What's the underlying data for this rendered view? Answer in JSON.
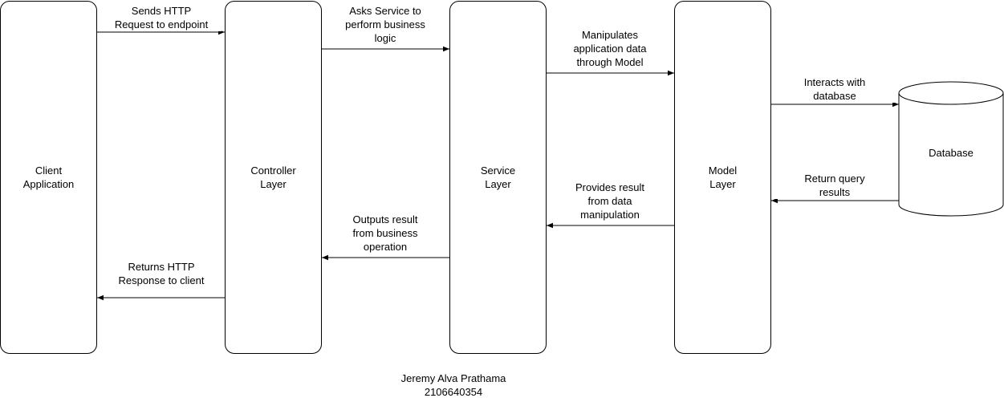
{
  "nodes": {
    "client": "Client\nApplication",
    "controller": "Controller\nLayer",
    "service": "Service\nLayer",
    "model": "Model\nLayer",
    "database": "Database"
  },
  "edges": {
    "client_to_controller": "Sends HTTP\nRequest to endpoint",
    "controller_to_service": "Asks Service to\nperform business\nlogic",
    "service_to_model": "Manipulates\napplication data\nthrough Model",
    "model_to_database": "Interacts with\ndatabase",
    "database_to_model": "Return query\nresults",
    "model_to_service": "Provides result\nfrom data\nmanipulation",
    "service_to_controller": "Outputs result\nfrom business\noperation",
    "controller_to_client": "Returns HTTP\nResponse to client"
  },
  "footer": {
    "author": "Jeremy Alva Prathama",
    "id": "2106640354"
  }
}
